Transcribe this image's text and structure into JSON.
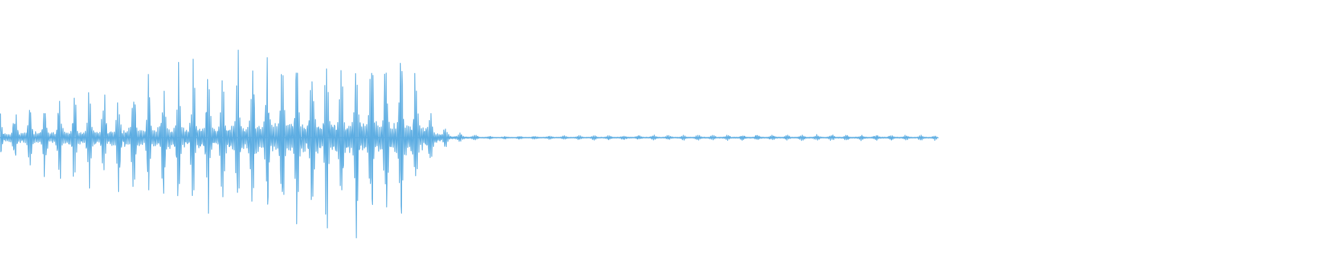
{
  "waveform": {
    "color": "#5DADE2",
    "background": "#ffffff",
    "envelope": [
      {
        "t": 0.0,
        "amp": 0.23
      },
      {
        "t": 0.03,
        "amp": 0.33
      },
      {
        "t": 0.08,
        "amp": 0.43
      },
      {
        "t": 0.12,
        "amp": 0.55
      },
      {
        "t": 0.16,
        "amp": 0.67
      },
      {
        "t": 0.2,
        "amp": 0.75
      },
      {
        "t": 0.24,
        "amp": 0.82
      },
      {
        "t": 0.275,
        "amp": 0.86
      },
      {
        "t": 0.305,
        "amp": 0.85
      },
      {
        "t": 0.318,
        "amp": 0.5
      },
      {
        "t": 0.325,
        "amp": 0.2
      },
      {
        "t": 0.33,
        "amp": 0.18
      },
      {
        "t": 0.337,
        "amp": 0.07
      },
      {
        "t": 0.35,
        "amp": 0.035
      },
      {
        "t": 0.37,
        "amp": 0.012
      },
      {
        "t": 0.43,
        "amp": 0.018
      },
      {
        "t": 0.5,
        "amp": 0.022
      },
      {
        "t": 0.6,
        "amp": 0.024
      },
      {
        "t": 0.705,
        "amp": 0.022
      },
      {
        "t": 0.708,
        "amp": 0.0
      }
    ],
    "pulse_period": 0.0112
  }
}
